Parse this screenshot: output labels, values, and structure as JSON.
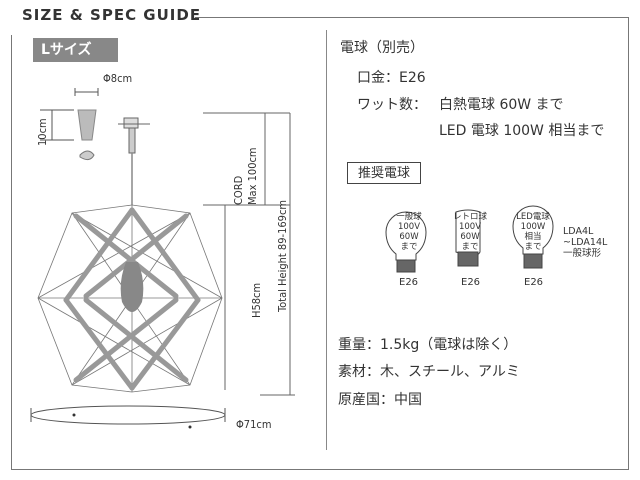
{
  "guide_title": "SIZE & SPEC GUIDE",
  "size_badge": "Lサイズ",
  "dimensions": {
    "canopy_diameter": "Φ8cm",
    "canopy_height": "10cm",
    "cord": "CORD",
    "cord_max": "Max 100cm",
    "total_height": "Total Height 89-169cm",
    "shade_height": "H58cm",
    "shade_diameter": "Φ71cm"
  },
  "bulb_section": {
    "heading": "電球（別売）",
    "socket": "口金：E26",
    "wattage_label": "ワット数：",
    "wattage_1": "白熱電球 60W まで",
    "wattage_2": "LED 電球 100W 相当まで"
  },
  "recommended": {
    "badge": "推奨電球",
    "bulbs": [
      {
        "lines": [
          "一般球",
          "100V",
          "60W",
          "まで"
        ],
        "base": "E26"
      },
      {
        "lines": [
          "レトロ球",
          "100V",
          "60W",
          "まで"
        ],
        "base": "E26"
      },
      {
        "lines": [
          "LED電球",
          "100W",
          "相当",
          "まで"
        ],
        "base": "E26"
      }
    ],
    "lda": [
      "LDA4L",
      "~LDA14L",
      "一般球形"
    ]
  },
  "specs": {
    "weight": "重量：1.5kg（電球は除く）",
    "material": "素材：木、スチール、アルミ",
    "origin": "原産国：中国"
  }
}
